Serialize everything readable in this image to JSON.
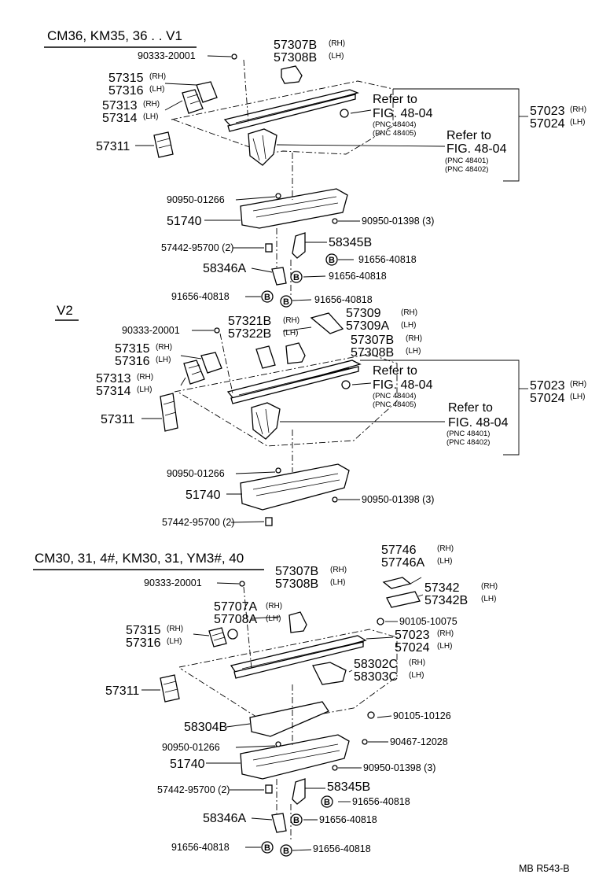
{
  "sections": [
    {
      "title": "CM36, KM35, 36 . . V1",
      "labels": {
        "bolt_top": "90333-20001",
        "p57307": "57307B",
        "p57307_side": "(RH)",
        "p57308": "57308B",
        "p57308_side": "(LH)",
        "p57315": "57315",
        "p57315_side": "(RH)",
        "p57316": "57316",
        "p57316_side": "(LH)",
        "p57313": "57313",
        "p57313_side": "(RH)",
        "p57314": "57314",
        "p57314_side": "(LH)",
        "p57311": "57311",
        "refer1": "Refer to",
        "refer1_fig": "FIG. 48-04",
        "refer1_pnc_a": "(PNC 48404)",
        "refer1_pnc_b": "(PNC 48405)",
        "refer2": "Refer to",
        "refer2_fig": "FIG. 48-04",
        "refer2_pnc_a": "(PNC 48401)",
        "refer2_pnc_b": "(PNC 48402)",
        "p57023": "57023",
        "p57023_side": "(RH)",
        "p57024": "57024",
        "p57024_side": "(LH)",
        "p90950_01266": "90950-01266",
        "p51740": "51740",
        "p90950_01398": "90950-01398 (3)",
        "p57442": "57442-95700 (2)",
        "p58345": "58345B",
        "p91656_a": "91656-40818",
        "p58346": "58346A",
        "p91656_b": "91656-40818",
        "p91656_c": "91656-40818",
        "p91656_d": "91656-40818"
      }
    },
    {
      "title": "V2",
      "labels": {
        "bolt_top": "90333-20001",
        "p57321": "57321B",
        "p57321_side": "(RH)",
        "p57322": "57322B",
        "p57322_side": "(LH)",
        "p57309": "57309",
        "p57309_side": "(RH)",
        "p57309a": "57309A",
        "p57309a_side": "(LH)",
        "p57307": "57307B",
        "p57307_side": "(RH)",
        "p57308": "57308B",
        "p57308_side": "(LH)",
        "p57315": "57315",
        "p57315_side": "(RH)",
        "p57316": "57316",
        "p57316_side": "(LH)",
        "p57313": "57313",
        "p57313_side": "(RH)",
        "p57314": "57314",
        "p57314_side": "(LH)",
        "p57311": "57311",
        "refer1": "Refer to",
        "refer1_fig": "FIG. 48-04",
        "refer1_pnc_a": "(PNC 48404)",
        "refer1_pnc_b": "(PNC 48405)",
        "refer2": "Refer to",
        "refer2_fig": "FIG. 48-04",
        "refer2_pnc_a": "(PNC 48401)",
        "refer2_pnc_b": "(PNC 48402)",
        "p57023": "57023",
        "p57023_side": "(RH)",
        "p57024": "57024",
        "p57024_side": "(LH)",
        "p90950_01266": "90950-01266",
        "p51740": "51740",
        "p90950_01398": "90950-01398 (3)",
        "p57442": "57442-95700 (2)"
      }
    },
    {
      "title": "CM30, 31, 4#, KM30, 31, YM3#, 40",
      "labels": {
        "p57746": "57746",
        "p57746_side": "(RH)",
        "p57746a": "57746A",
        "p57746a_side": "(LH)",
        "bolt_top": "90333-20001",
        "p57307": "57307B",
        "p57307_side": "(RH)",
        "p57308": "57308B",
        "p57308_side": "(LH)",
        "p57342": "57342",
        "p57342_side": "(RH)",
        "p57342b": "57342B",
        "p57342b_side": "(LH)",
        "p57707": "57707A",
        "p57707_side": "(RH)",
        "p57708": "57708A",
        "p57708_side": "(LH)",
        "p90105_10075": "90105-10075",
        "p57315": "57315",
        "p57315_side": "(RH)",
        "p57316": "57316",
        "p57316_side": "(LH)",
        "p57023": "57023",
        "p57023_side": "(RH)",
        "p57024": "57024",
        "p57024_side": "(LH)",
        "p58302": "58302C",
        "p58302_side": "(RH)",
        "p58303": "58303C",
        "p58303_side": "(LH)",
        "p57311": "57311",
        "p90105_10126": "90105-10126",
        "p58304": "58304B",
        "p90467": "90467-12028",
        "p90950_01266": "90950-01266",
        "p51740": "51740",
        "p90950_01398": "90950-01398 (3)",
        "p57442": "57442-95700 (2)",
        "p58345": "58345B",
        "p91656_a": "91656-40818",
        "p58346": "58346A",
        "p91656_b": "91656-40818",
        "p91656_c": "91656-40818",
        "p91656_d": "91656-40818"
      }
    }
  ],
  "bolt_marker": "B",
  "footer": "MB  R543-B"
}
